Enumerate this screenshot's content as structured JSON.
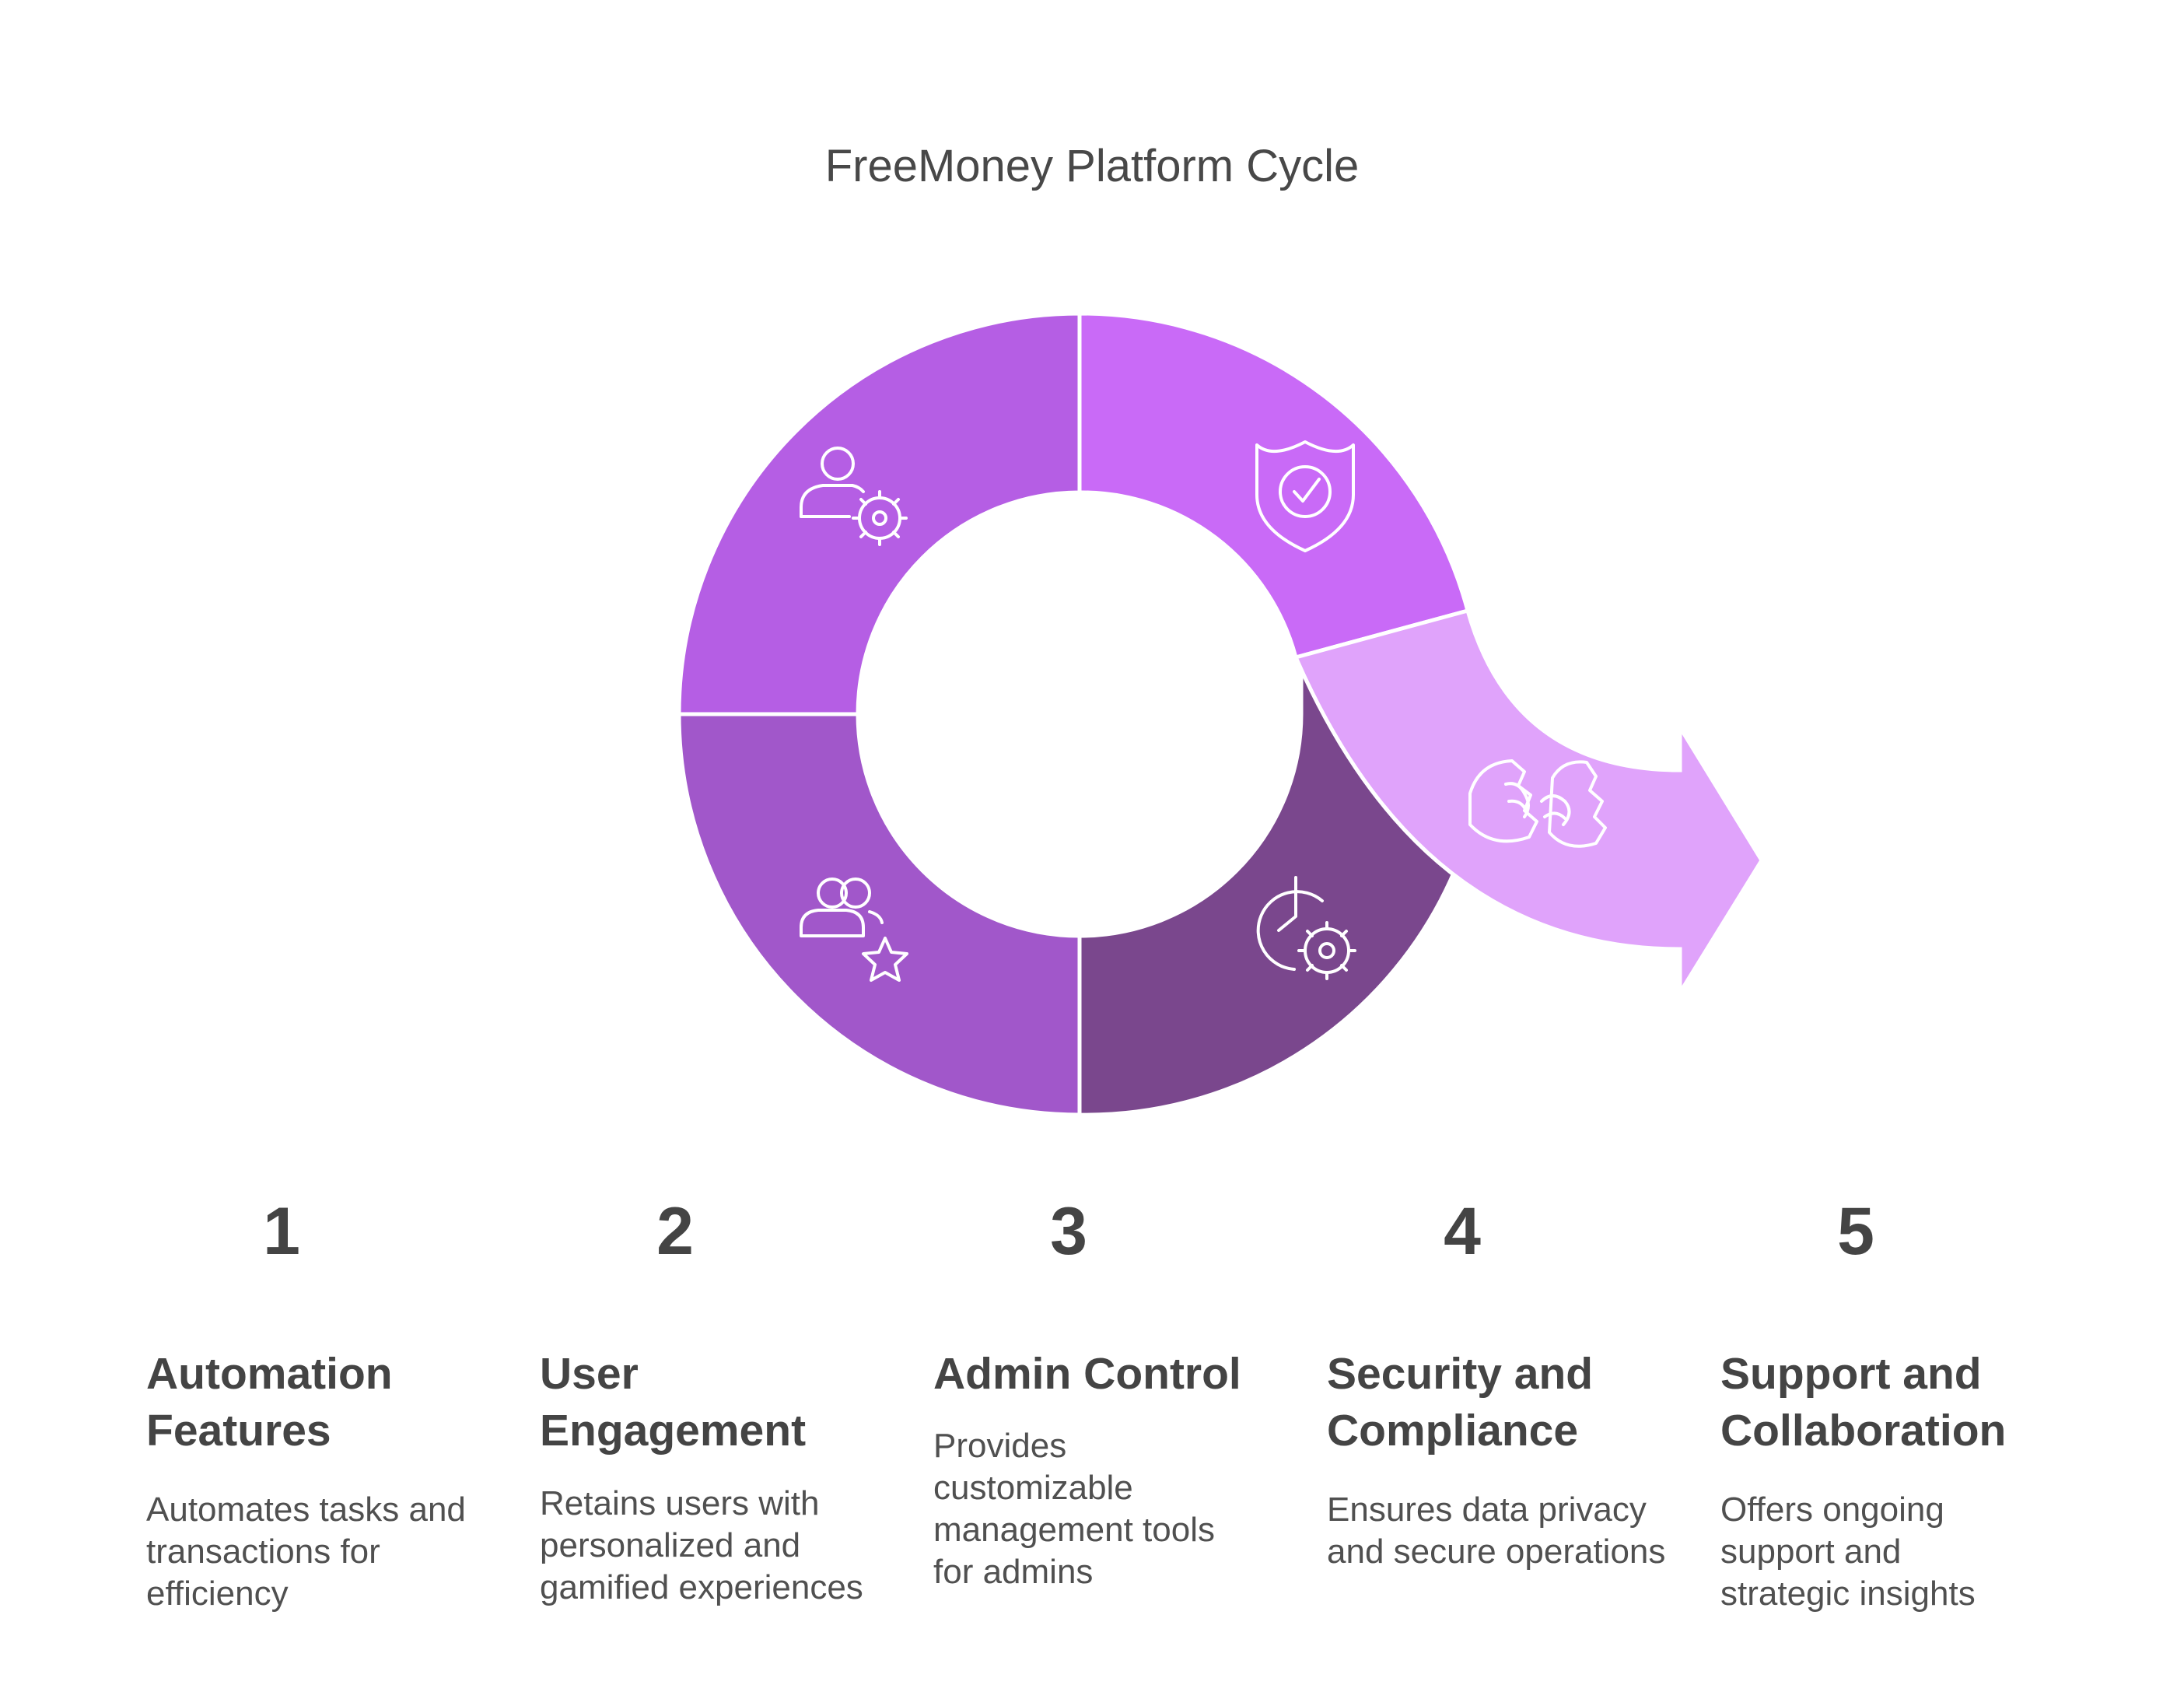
{
  "title": "FreeMoney Platform Cycle",
  "segments": [
    {
      "name": "Automation Features",
      "color": "#b55ee4",
      "icon": "user-gear-icon"
    },
    {
      "name": "User Engagement",
      "color": "#a157ca",
      "icon": "users-star-icon"
    },
    {
      "name": "Admin Control",
      "color": "#7a478d",
      "icon": "clock-gear-icon"
    },
    {
      "name": "Security and Compliance",
      "color": "#c96af7",
      "icon": "shield-check-icon"
    },
    {
      "name": "Support and Collaboration",
      "color": "#e0a3fb",
      "icon": "handshake-gears-icon"
    }
  ],
  "steps": [
    {
      "number": "1",
      "heading": "Automation Features",
      "description": "Automates tasks and transactions for efficiency"
    },
    {
      "number": "2",
      "heading": "User Engagement",
      "description": "Retains users with personalized and gamified experiences"
    },
    {
      "number": "3",
      "heading": "Admin Control",
      "description": "Provides customizable management tools for admins"
    },
    {
      "number": "4",
      "heading": "Security and Compliance",
      "description": "Ensures data privacy and secure operations"
    },
    {
      "number": "5",
      "heading": "Support and Collaboration",
      "description": "Offers ongoing support and strategic insights"
    }
  ]
}
